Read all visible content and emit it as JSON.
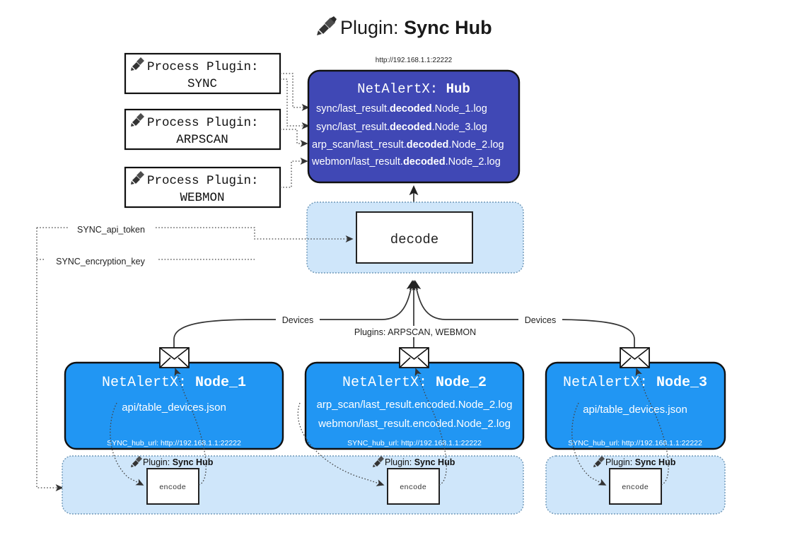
{
  "page": {
    "title_prefix": "Plugin: ",
    "title_name": "Sync Hub",
    "plug_icon": "plug-icon",
    "hub_url": "http://192.168.1.1:22222"
  },
  "colors": {
    "hub_fill": "#4048b5",
    "node_fill": "#2196f3",
    "band_fill": "#cfe6fa",
    "band_stroke": "#6f98b8",
    "box_stroke": "#111111",
    "text_dark": "#1a1a1a",
    "text_light": "#ffffff"
  },
  "process_plugins": [
    {
      "label": "Process Plugin:",
      "name": "SYNC"
    },
    {
      "label": "Process Plugin:",
      "name": "ARPSCAN"
    },
    {
      "label": "Process Plugin:",
      "name": "WEBMON"
    }
  ],
  "hub": {
    "title_prefix": "NetAlertX: ",
    "title_name": "Hub",
    "logs": [
      {
        "pre": "sync/last_result.",
        "mid": "decoded",
        "post": ".Node_1.log"
      },
      {
        "pre": "sync/last_result.",
        "mid": "decoded",
        "post": ".Node_3.log"
      },
      {
        "pre": "arp_scan/last_result.",
        "mid": "decoded",
        "post": ".Node_2.log"
      },
      {
        "pre": "webmon/last_result.",
        "mid": "decoded",
        "post": ".Node_2.log"
      }
    ]
  },
  "decode": {
    "label": "decode"
  },
  "settings": [
    {
      "label": "SYNC_api_token"
    },
    {
      "label": "SYNC_encryption_key"
    }
  ],
  "edge_labels": {
    "devices_left": "Devices",
    "devices_right": "Devices",
    "plugins_center": "Plugins: ARPSCAN, WEBMON"
  },
  "nodes": [
    {
      "title_prefix": "NetAlertX: ",
      "title_name": "Node_1",
      "lines": [
        "api/table_devices.json"
      ],
      "url_label": "SYNC_hub_url: ",
      "url_value": "http://192.168.1.1:22222",
      "envelope_icon": "envelope-icon"
    },
    {
      "title_prefix": "NetAlertX: ",
      "title_name": "Node_2",
      "lines": [
        "arp_scan/last_result.encoded.Node_2.log",
        "webmon/last_result.encoded.Node_2.log"
      ],
      "url_label": "SYNC_hub_url: ",
      "url_value": "http://192.168.1.1:22222",
      "envelope_icon": "envelope-icon"
    },
    {
      "title_prefix": "NetAlertX: ",
      "title_name": "Node_3",
      "lines": [
        "api/table_devices.json"
      ],
      "url_label": "SYNC_hub_url: ",
      "url_value": "http://192.168.1.1:22222",
      "envelope_icon": "envelope-icon"
    }
  ],
  "encoders": [
    {
      "plug_prefix": "Plugin: ",
      "plug_name": "Sync Hub",
      "label": "encode"
    },
    {
      "plug_prefix": "Plugin: ",
      "plug_name": "Sync Hub",
      "label": "encode"
    },
    {
      "plug_prefix": "Plugin: ",
      "plug_name": "Sync Hub",
      "label": "encode"
    }
  ]
}
